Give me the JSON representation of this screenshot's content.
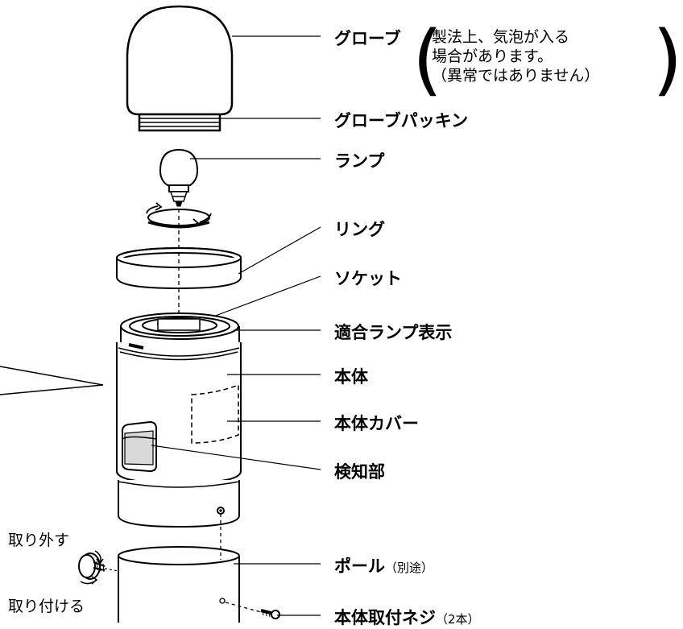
{
  "labels": {
    "globe": "グローブ",
    "globe_note": [
      "製法上、気泡が入る",
      "場合があります。",
      "（異常ではありません）"
    ],
    "globe_packing": "グローブパッキン",
    "lamp": "ランプ",
    "ring": "リング",
    "socket": "ソケット",
    "lamp_display": "適合ランプ表示",
    "body": "本体",
    "body_cover": "本体カバー",
    "detector": "検知部",
    "pole": "ポール",
    "pole_note": "（別途）",
    "body_screw": "本体取付ネジ",
    "body_screw_note": "（2本）",
    "remove": "取り外す",
    "attach": "取り付ける"
  },
  "colors": {
    "line": "#000000",
    "fill": "#ffffff",
    "shade": "#d9d9d9"
  }
}
